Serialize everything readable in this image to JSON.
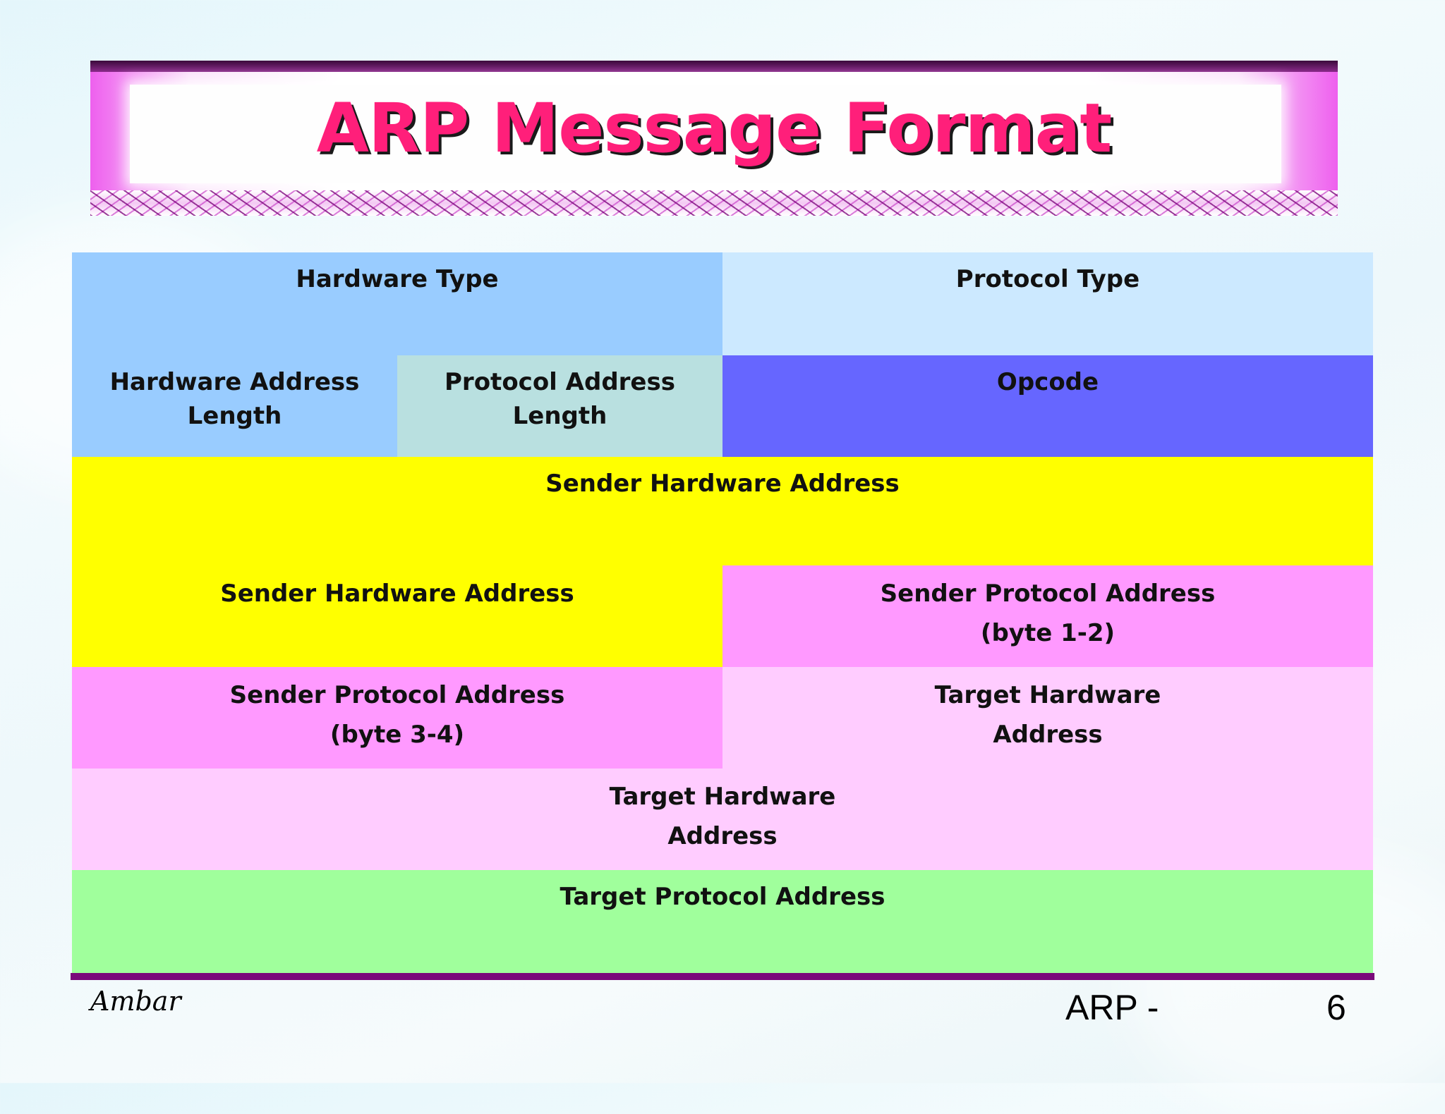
{
  "title": "ARP Message Format",
  "colors": {
    "hardware_type": "#99ccff",
    "protocol_type": "#cce9ff",
    "hardware_address_length": "#99ccff",
    "protocol_address_length": "#b9e0e0",
    "opcode": "#6666ff",
    "sender_hardware": "#ffff00",
    "sender_protocol": "#ff99ff",
    "target_hardware": "#ffccff",
    "target_protocol": "#a0ff9c",
    "title_text": "#ff1f7a"
  },
  "fields": {
    "hardware_type": "Hardware Type",
    "protocol_type": "Protocol Type",
    "hardware_address_length_l1": "Hardware Address",
    "hardware_address_length_l2": "Length",
    "protocol_address_length": "Protocol Address Length",
    "opcode": "Opcode",
    "sender_hardware_address_1": "Sender Hardware Address",
    "sender_hardware_address_2": "Sender Hardware Address",
    "sender_protocol_address_a_l1": "Sender Protocol Address",
    "sender_protocol_address_a_l2": "(byte 1-2)",
    "sender_protocol_address_b_l1": "Sender Protocol Address",
    "sender_protocol_address_b_l2": "(byte 3-4)",
    "target_hardware_address_a_l1": "Target Hardware",
    "target_hardware_address_a_l2": "Address",
    "target_hardware_address_b_l1": "Target Hardware",
    "target_hardware_address_b_l2": "Address",
    "target_protocol_address": "Target Protocol Address"
  },
  "footer": {
    "author": "Ambar",
    "label": "ARP  -",
    "page": "6"
  }
}
